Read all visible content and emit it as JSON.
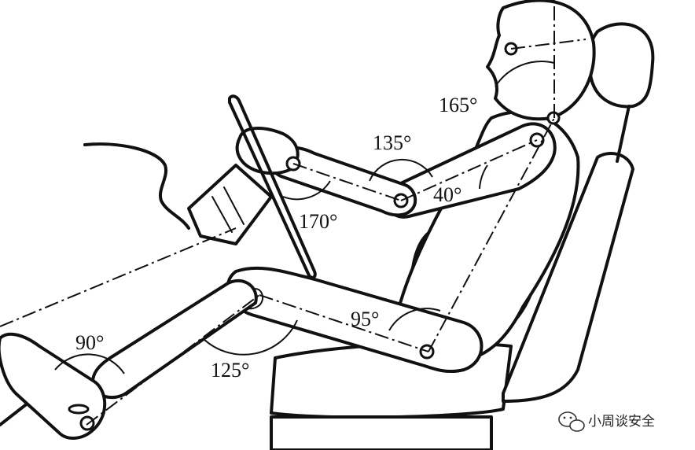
{
  "angles": {
    "neck": "165°",
    "elbow": "135°",
    "shoulder": "40°",
    "wrist": "170°",
    "hip": "95°",
    "knee": "125°",
    "ankle": "90°"
  },
  "watermark": {
    "icon": "wechat-icon",
    "text": "小周谈安全"
  }
}
